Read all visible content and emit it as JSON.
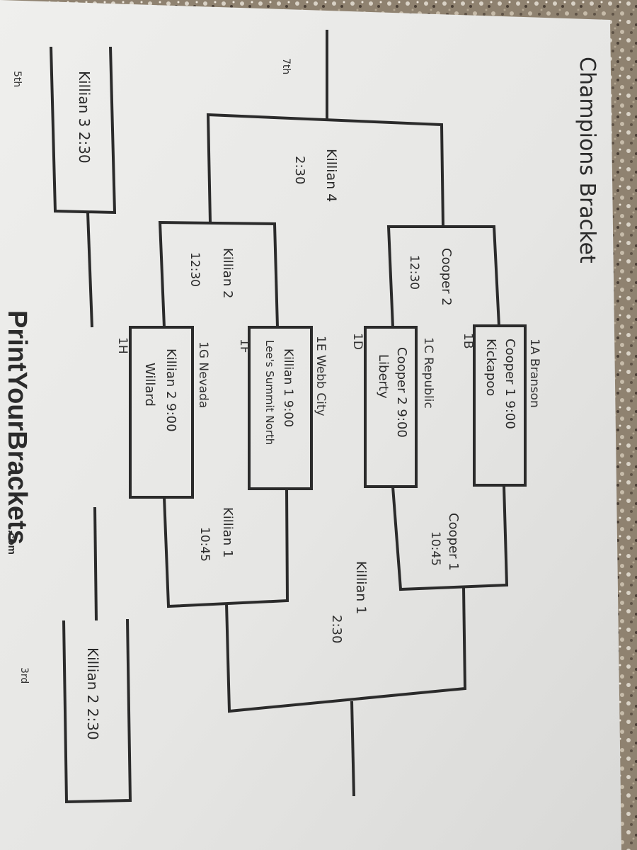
{
  "title": "Champions Bracket",
  "logo": {
    "text": "PrintYourBrackets",
    "suffix": ".com"
  },
  "seeds": [
    "1A Branson",
    "1B",
    "1C Republic",
    "1D",
    "1E Webb City",
    "1F",
    "1G Nevada",
    "1H"
  ],
  "round1": [
    {
      "line1": "Cooper 1 9:00",
      "line2": "Kickapoo"
    },
    {
      "line1": "Cooper 2 9:00",
      "line2": "Liberty"
    },
    {
      "line1": "Killian 1 9:00",
      "line2": "Lee's Summit North"
    },
    {
      "line1": "Killian 2 9:00",
      "line2": "Willard"
    }
  ],
  "round2": [
    {
      "court": "Cooper 2",
      "time": "12:30"
    },
    {
      "court": "Killian 2",
      "time": "12:30"
    },
    {
      "court": "Cooper 1",
      "time": "10:45"
    },
    {
      "court": "Killian 1",
      "time": "10:45"
    }
  ],
  "round3": [
    {
      "court": "Killian 4",
      "time": "2:30"
    },
    {
      "court": "Killian 1",
      "time": "2:30"
    }
  ],
  "placements": {
    "seventh": "7th",
    "fifth": "5th",
    "fifth_game": "Killian 3 2:30",
    "third": "3rd",
    "third_game": "Killian 2 2:30"
  },
  "colors": {
    "paper": "#e9e9e7",
    "paper_shadow": "#d6d6d4",
    "ink": "#2b2b2b",
    "counter": "#9c8e7c"
  }
}
